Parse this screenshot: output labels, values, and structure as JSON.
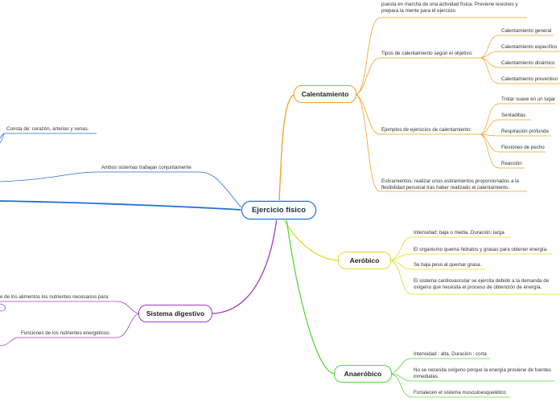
{
  "colors": {
    "root": "#1f6fd6",
    "calentamiento": "#f0a020",
    "aerobico": "#d8e02a",
    "anaerobico": "#58d63a",
    "digestivo": "#a23fb8",
    "blue_branch": "#1f6fd6"
  },
  "root": {
    "label": "Ejercicio físico"
  },
  "calentamiento": {
    "label": "Calentamiento",
    "intro": "puesta en marcha de una actividad física. Previene lesiones y prepara la mente para el ejercicio.",
    "tipos": {
      "label": "Tipos de calentamiento según el objetivo:",
      "items": [
        "Calentamiento general",
        "Calentamiento específico",
        "Calentamiento dinámico",
        "Calentamiento preventivo"
      ]
    },
    "ejemplos": {
      "label": "Ejemplos de ejercicios de calentamiento:",
      "items": [
        "Trotar suave en un lugar",
        "Sentadillas",
        "Respiración profunda",
        "Flexiones de pecho",
        "Reacción"
      ]
    },
    "estiramientos": "Estiramientos: realizar unos estiramientos proporcionados a la flexibilidad personal tras haber realizado el calentamiento."
  },
  "aerobico": {
    "label": "Aeróbico",
    "items": [
      "Intensidad: baja o media .Duración: larga",
      "El organismo quema hidratos y grasas para obtener energía.",
      "Se baja peso al quemar grasa.",
      "El sistema cardiovascular se ejercita debido a la demanda de oxígeno que necesita el proceso de obtención de energía."
    ]
  },
  "anaerobico": {
    "label": "Anaeróbico",
    "items": [
      "Intensidad :  alta. Duración :  corta",
      "No se necesita oxígeno porque la energía proviene de fuentes inmediatas.",
      "Fortalecen el sistema musculoesquelético"
    ]
  },
  "circulatorio": {
    "consta": "Consta de: corazón, arterias y venas.",
    "ambos": "Ambos sistemas trabajan conjuntamente"
  },
  "digestivo": {
    "label": "Sistema digestivo",
    "items": [
      "e de los alimentos los nutrientes necesarios para:",
      "Funciones de los nutrientes energéticos:"
    ]
  }
}
